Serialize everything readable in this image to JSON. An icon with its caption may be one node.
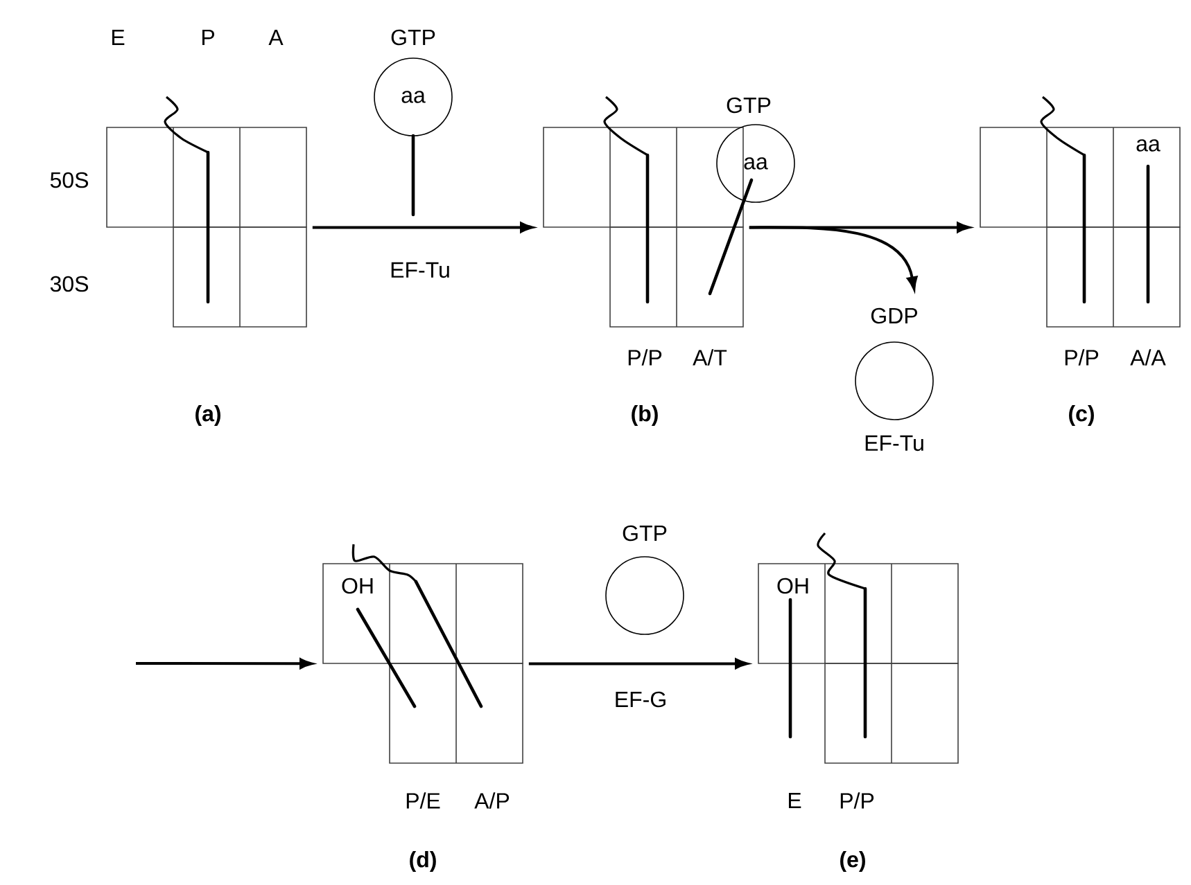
{
  "diagram": {
    "nodes": [
      {
        "text": [],
        "shape": "picture",
        "beside": [
          "(a)",
          "50S",
          "30S"
        ]
      },
      {
        "text": [
          "aa"
        ],
        "beside": [
          "GTP"
        ]
      },
      {
        "text": [],
        "shape": "picture",
        "beside": [
          "(b)"
        ]
      },
      {
        "text": [
          "aa"
        ],
        "beside": [
          "GTP"
        ]
      },
      {
        "text": [],
        "shape": "picture",
        "beside": [
          "(c)"
        ]
      },
      {
        "text": [],
        "shape": "circle",
        "beside": [
          "GDP",
          "EF-Tu"
        ]
      },
      {
        "text": [],
        "shape": "picture",
        "beside": [
          "(d)"
        ]
      },
      {
        "text": [],
        "shape": "circle",
        "beside": [
          "GTP"
        ]
      },
      {
        "text": [],
        "shape": "picture",
        "beside": [
          "(e)"
        ]
      }
    ],
    "edges": [
      {
        "from": 0,
        "to": 2,
        "arrow": "to",
        "label": "EF-Tu"
      },
      {
        "from": 2,
        "to": 4,
        "arrow": "to"
      },
      {
        "from": 2,
        "to": 5,
        "arrow": "to"
      },
      {
        "from": null,
        "to": 6,
        "arrow": "to"
      },
      {
        "from": 6,
        "to": 8,
        "arrow": "to",
        "label": "EF-G"
      }
    ],
    "labels": [
      "E",
      "P",
      "A",
      "P/P",
      "A/T",
      "aa",
      "P/P",
      "A/A",
      "OH",
      "P/E",
      "A/P",
      "OH",
      "E",
      "P/P"
    ]
  }
}
